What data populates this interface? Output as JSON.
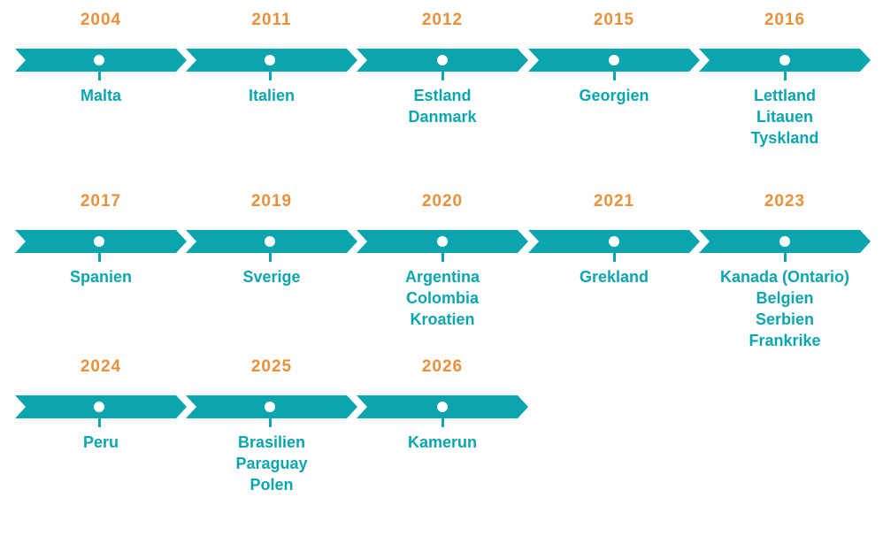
{
  "colors": {
    "accent": "#0aa5ae",
    "year": "#e8913a",
    "dot": "#ffffff"
  },
  "rows": [
    [
      {
        "year": "2004",
        "countries": [
          "Malta"
        ]
      },
      {
        "year": "2011",
        "countries": [
          "Italien"
        ]
      },
      {
        "year": "2012",
        "countries": [
          "Estland",
          "Danmark"
        ]
      },
      {
        "year": "2015",
        "countries": [
          "Georgien"
        ]
      },
      {
        "year": "2016",
        "countries": [
          "Lettland",
          "Litauen",
          "Tyskland"
        ]
      }
    ],
    [
      {
        "year": "2017",
        "countries": [
          "Spanien"
        ]
      },
      {
        "year": "2019",
        "countries": [
          "Sverige"
        ]
      },
      {
        "year": "2020",
        "countries": [
          "Argentina",
          "Colombia",
          "Kroatien"
        ]
      },
      {
        "year": "2021",
        "countries": [
          "Grekland"
        ]
      },
      {
        "year": "2023",
        "countries": [
          "Kanada (Ontario)",
          "Belgien",
          "Serbien",
          "Frankrike"
        ]
      }
    ],
    [
      {
        "year": "2024",
        "countries": [
          "Peru"
        ]
      },
      {
        "year": "2025",
        "countries": [
          "Brasilien",
          "Paraguay",
          "Polen"
        ]
      },
      {
        "year": "2026",
        "countries": [
          "Kamerun"
        ]
      }
    ]
  ]
}
